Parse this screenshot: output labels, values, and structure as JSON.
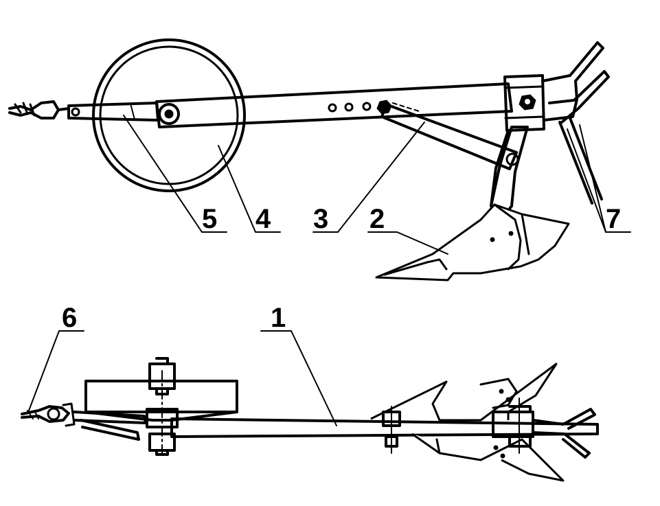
{
  "colors": {
    "ink": "#000000",
    "paper": "#ffffff"
  },
  "labels": {
    "l1": "1",
    "l2": "2",
    "l3": "3",
    "l4": "4",
    "l5": "5",
    "l6": "6",
    "l7": "7"
  }
}
